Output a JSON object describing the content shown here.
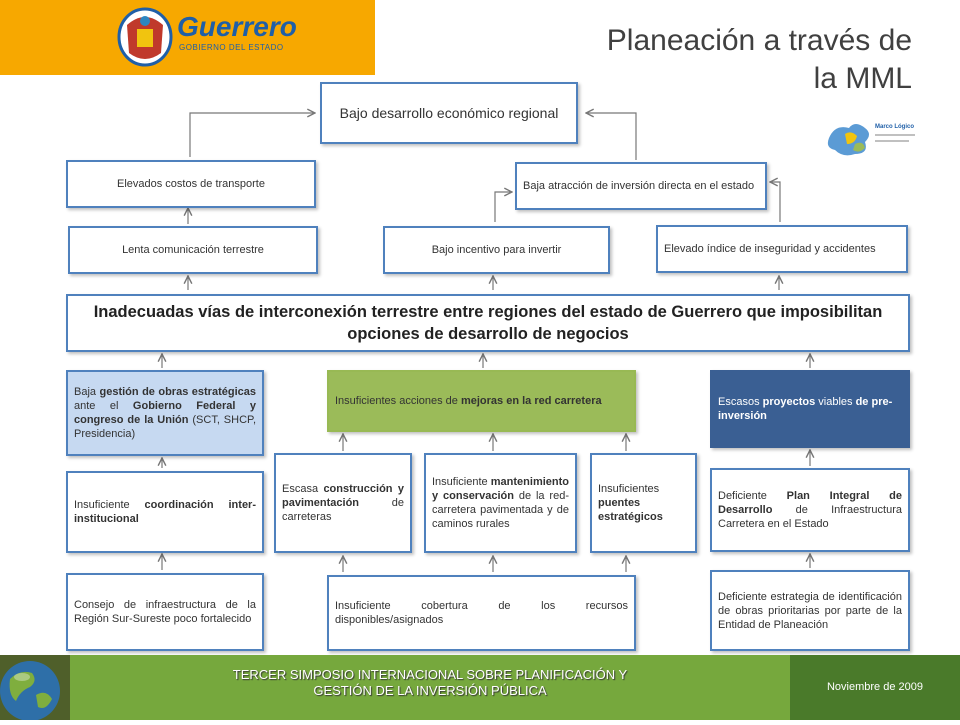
{
  "header": {
    "logo_text": "Guerrero",
    "logo_sub": "GOBIERNO DEL ESTADO",
    "title_line1": "Planeación a través de",
    "title_line2": "la MML",
    "thumb_text": "Marco Lógico"
  },
  "diagram": {
    "top": "Bajo desarrollo económico regional",
    "transport_costs": "Elevados costos de transporte",
    "investment_attraction": "Baja atracción de inversión directa en el estado",
    "slow_communication": "Lenta comunicación terrestre",
    "low_incentive": "Bajo incentivo para invertir",
    "insecurity": "Elevado índice de inseguridad y accidentes",
    "central_problem": "Inadecuadas vías de interconexión terrestre entre regiones del estado de Guerrero que imposibilitan opciones de desarrollo de negocios",
    "gestion": {
      "p1": "Baja ",
      "b1": "gestión de obras estratégicas",
      "p2": " ante el ",
      "b2": "Gobierno Federal y congreso de la Unión",
      "p3": " (SCT, SHCP, Presidencia)"
    },
    "mejoras": {
      "p1": "Insuficientes acciones de ",
      "b1": "mejoras en la red carretera"
    },
    "proyectos": {
      "p1": "Escasos ",
      "b1": "proyectos",
      "p2": " viables ",
      "b2": "de pre-inversión"
    },
    "coordinacion": {
      "p1": "Insuficiente ",
      "b1": "coordinación inter- institucional"
    },
    "construccion": {
      "p1": "Escasa ",
      "b1": "construcción y pavimentación",
      "p2": " de carreteras"
    },
    "mantenimiento": {
      "p1": "Insuficiente ",
      "b1": "mantenimiento y conservación",
      "p2": " de la red-carretera pavimentada y de caminos rurales"
    },
    "puentes": {
      "p1": "Insuficientes ",
      "b1": "puentes estratégicos"
    },
    "plan": {
      "p1": "Deficiente ",
      "b1": "Plan Integral de Desarrollo",
      "p2": " de Infraestructura Carretera en el Estado"
    },
    "consejo": "Consejo de infraestructura de la Región Sur-Sureste poco fortalecido",
    "cobertura": "Insuficiente cobertura de los recursos disponibles/asignados",
    "estrategia": "Deficiente estrategia de identificación de obras prioritarias por parte de la Entidad de Planeación"
  },
  "footer": {
    "line1": "TERCER SIMPOSIO INTERNACIONAL SOBRE PLANIFICACIÓN Y",
    "line2": "GESTIÓN DE LA INVERSIÓN PÚBLICA",
    "date": "Noviembre de 2009"
  },
  "colors": {
    "logo_bg": "#f7a800",
    "box_border": "#4f81bd",
    "green_box": "#9bbb59",
    "navy_box": "#3a5f93",
    "light_blue_box": "#c6d9f1",
    "footer_green": "#76a83d"
  }
}
